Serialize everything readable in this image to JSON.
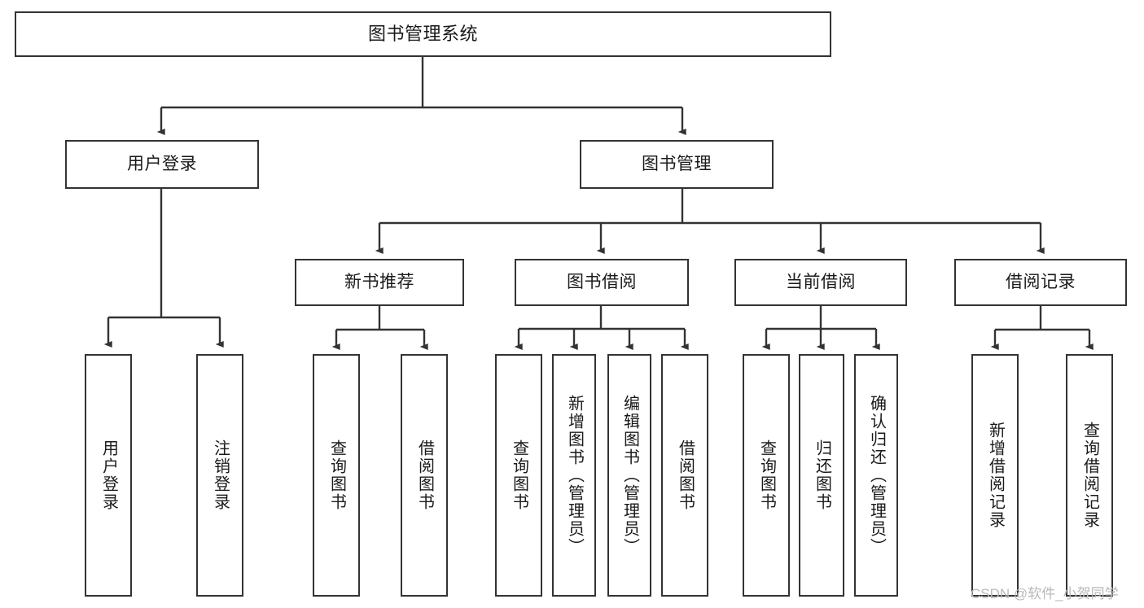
{
  "diagram": {
    "title": "图书管理系统",
    "type": "tree-hierarchy",
    "background": "#ffffff",
    "stroke": "#333333",
    "text_color": "#1a1a1a"
  },
  "nodes": {
    "root": {
      "label": "图书管理系统"
    },
    "level1": [
      {
        "id": "user-login",
        "label": "用户登录"
      },
      {
        "id": "book-management",
        "label": "图书管理"
      }
    ],
    "level2": [
      {
        "id": "new-book-recommend",
        "label": "新书推荐"
      },
      {
        "id": "book-borrow",
        "label": "图书借阅"
      },
      {
        "id": "current-borrow",
        "label": "当前借阅"
      },
      {
        "id": "borrow-record",
        "label": "借阅记录"
      }
    ],
    "leaves": {
      "user-login": [
        {
          "id": "leaf-user-login",
          "label": "用户登录"
        },
        {
          "id": "leaf-logout-login",
          "label": "注销登录"
        }
      ],
      "new-book-recommend": [
        {
          "id": "leaf-query-book-1",
          "label": "查询图书"
        },
        {
          "id": "leaf-borrow-book-1",
          "label": "借阅图书"
        }
      ],
      "book-borrow": [
        {
          "id": "leaf-query-book-2",
          "label": "查询图书"
        },
        {
          "id": "leaf-add-book",
          "label": "新增图书（管理员）"
        },
        {
          "id": "leaf-edit-book",
          "label": "编辑图书（管理员）"
        },
        {
          "id": "leaf-borrow-book-2",
          "label": "借阅图书"
        }
      ],
      "current-borrow": [
        {
          "id": "leaf-query-book-3",
          "label": "查询图书"
        },
        {
          "id": "leaf-return-book",
          "label": "归还图书"
        },
        {
          "id": "leaf-confirm-return",
          "label": "确认归还（管理员）"
        }
      ],
      "borrow-record": [
        {
          "id": "leaf-add-borrow-record",
          "label": "新增借阅记录"
        },
        {
          "id": "leaf-query-borrow-record",
          "label": "查询借阅记录"
        }
      ]
    }
  },
  "watermark": {
    "text": "CSDN @软件_小贺同学"
  }
}
